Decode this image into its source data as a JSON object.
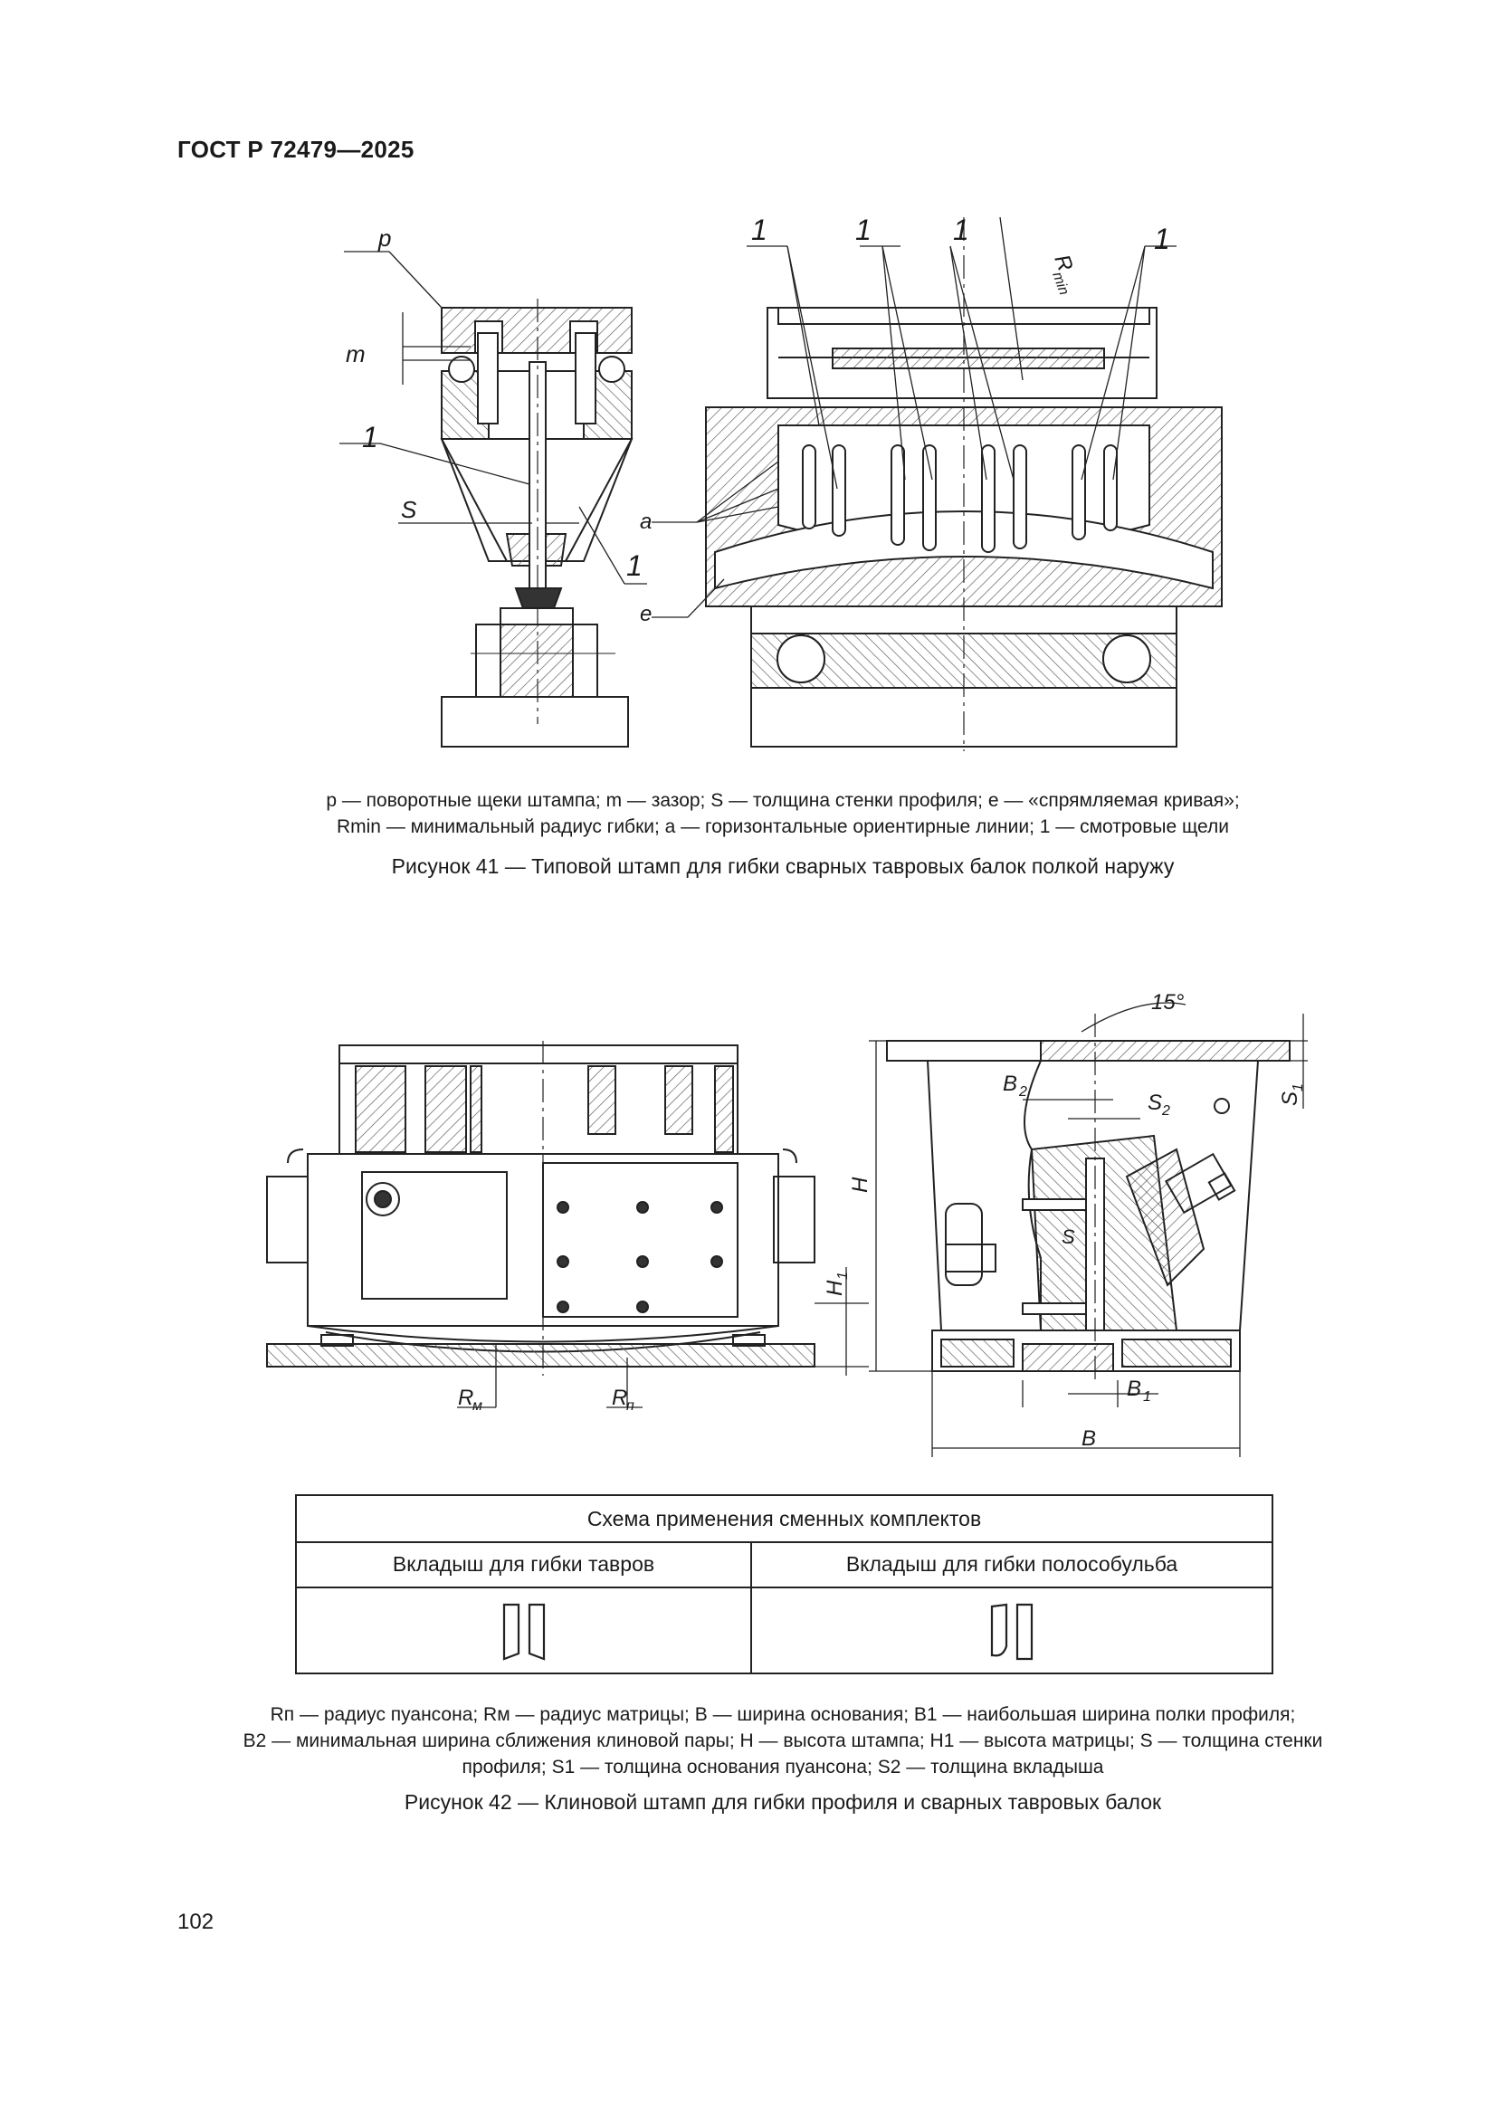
{
  "header": {
    "standard": "ГОСТ Р 72479—2025"
  },
  "figure41": {
    "labels": {
      "p": "p",
      "m": "m",
      "one": "1",
      "S": "S",
      "a": "a",
      "e": "e",
      "Rmin_R": "R",
      "Rmin_sub": "min"
    },
    "legend_lines": [
      "p — поворотные щеки штампа; m — зазор; S — толщина стенки профиля; e — «спрямляемая кривая»;",
      "Rmin — минимальный радиус гибки; a — горизонтальные ориентирные линии; 1 — смотровые щели"
    ],
    "caption": "Рисунок 41 — Типовой штамп для гибки сварных тавровых балок полкой наружу"
  },
  "figure42": {
    "labels": {
      "angle": "15°",
      "B2": "B",
      "B2_sub": "2",
      "S2": "S",
      "S2_sub": "2",
      "S1": "S",
      "S1_sub": "1",
      "H": "H",
      "H1": "H",
      "H1_sub": "1",
      "S": "S",
      "B1": "B",
      "B1_sub": "1",
      "B": "B",
      "Rm": "R",
      "Rm_sub": "м",
      "Rp": "R",
      "Rp_sub": "п"
    },
    "scheme": {
      "title": "Схема применения сменных комплектов",
      "col1": "Вкладыш для гибки тавров",
      "col2": "Вкладыш для гибки полособульба"
    },
    "legend_lines": [
      "Rп — радиус пуансона; Rм — радиус матрицы; B — ширина основания; B1 — наибольшая ширина полки профиля;",
      "B2 — минимальная ширина сближения клиновой пары; H — высота штампа; H1 — высота матрицы; S — толщина стенки",
      "профиля; S1 — толщина основания пуансона; S2 — толщина вкладыша"
    ],
    "caption": "Рисунок 42 — Клиновой штамп для гибки профиля и сварных тавровых балок"
  },
  "page": {
    "number": "102"
  }
}
